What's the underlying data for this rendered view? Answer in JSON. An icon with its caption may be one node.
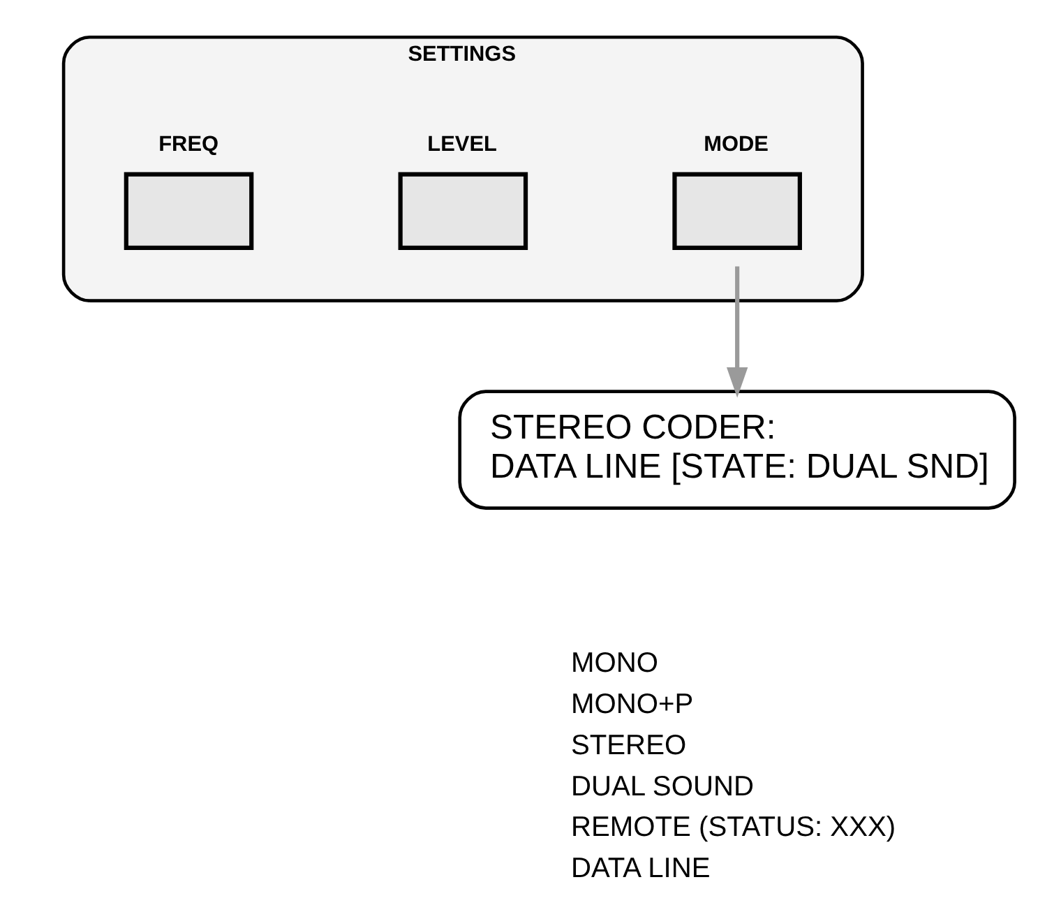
{
  "diagram": {
    "nodes": [
      {
        "text": [
          "SETTINGS"
        ]
      },
      {
        "text": [
          "FREQ"
        ],
        "in": 0
      },
      {
        "text": [
          "LEVEL"
        ],
        "in": 0
      },
      {
        "text": [
          "MODE"
        ],
        "in": 0
      },
      {
        "text": [
          "STEREO CODER:",
          "DATA LINE [STATE: DUAL SND]"
        ]
      }
    ],
    "edges": [
      {
        "from": 3,
        "to": 4,
        "arrow": "to"
      }
    ],
    "labels": [
      "MONO",
      "MONO+P",
      "STEREO",
      "DUAL SOUND",
      "REMOTE (STATUS: XXX)",
      "DATA LINE"
    ]
  }
}
